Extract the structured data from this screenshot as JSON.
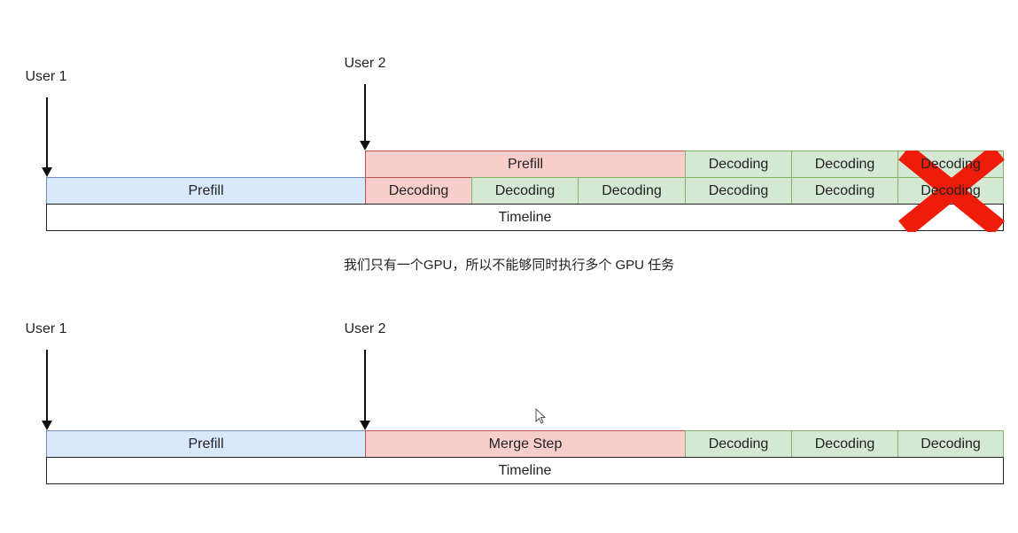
{
  "top": {
    "user1": "User 1",
    "user2": "User 2",
    "prefill_user1": "Prefill",
    "prefill_user2": "Prefill",
    "row1_decoding": [
      "Decoding",
      "Decoding",
      "Decoding"
    ],
    "row2_decoding": [
      "Decoding",
      "Decoding",
      "Decoding",
      "Decoding",
      "Decoding",
      "Decoding"
    ],
    "timeline": "Timeline"
  },
  "caption": "我们只有一个GPU，所以不能够同时执行多个 GPU 任务",
  "bottom": {
    "user1": "User 1",
    "user2": "User 2",
    "prefill": "Prefill",
    "merge": "Merge Step",
    "decoding": [
      "Decoding",
      "Decoding",
      "Decoding"
    ],
    "timeline": "Timeline"
  }
}
